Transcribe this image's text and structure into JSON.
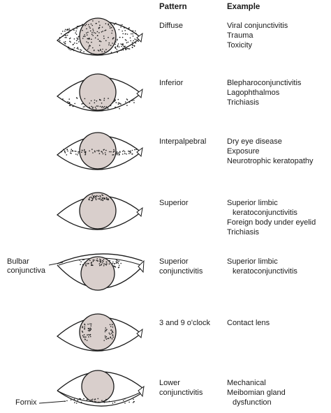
{
  "headers": {
    "pattern": "Pattern",
    "example": "Example"
  },
  "rows": [
    {
      "id": "diffuse",
      "pattern": [
        "Diffuse"
      ],
      "examples": [
        "Viral conjunctivitis",
        "Trauma",
        "Toxicity"
      ]
    },
    {
      "id": "inferior",
      "pattern": [
        "Inferior"
      ],
      "examples": [
        "Blepharoconjunctivitis",
        "Lagophthalmos",
        "Trichiasis"
      ]
    },
    {
      "id": "interpalpebral",
      "pattern": [
        "Interpalpebral"
      ],
      "examples": [
        "Dry eye disease",
        "Exposure",
        "Neurotrophic keratopathy"
      ]
    },
    {
      "id": "superior",
      "pattern": [
        "Superior"
      ],
      "examples": [
        "Superior limbic",
        "keratoconjunctivitis",
        "Foreign body under eyelid",
        "Trichiasis"
      ]
    },
    {
      "id": "superior-conjunctivitis",
      "pattern": [
        "Superior",
        "conjunctivitis"
      ],
      "examples": [
        "Superior limbic",
        "keratoconjunctivitis"
      ]
    },
    {
      "id": "3-and-9",
      "pattern": [
        "3 and 9 o'clock"
      ],
      "examples": [
        "Contact lens"
      ]
    },
    {
      "id": "lower-conjunctivitis",
      "pattern": [
        "Lower",
        "conjunctivitis"
      ],
      "examples": [
        "Mechanical",
        "Meibomian gland",
        "dysfunction"
      ]
    }
  ],
  "side_labels": {
    "bulbar": [
      "Bulbar",
      "conjunctiva"
    ],
    "fornix": "Fornix"
  },
  "colors": {
    "iris": "#d9cfcc",
    "ink": "#1a1a1a"
  }
}
